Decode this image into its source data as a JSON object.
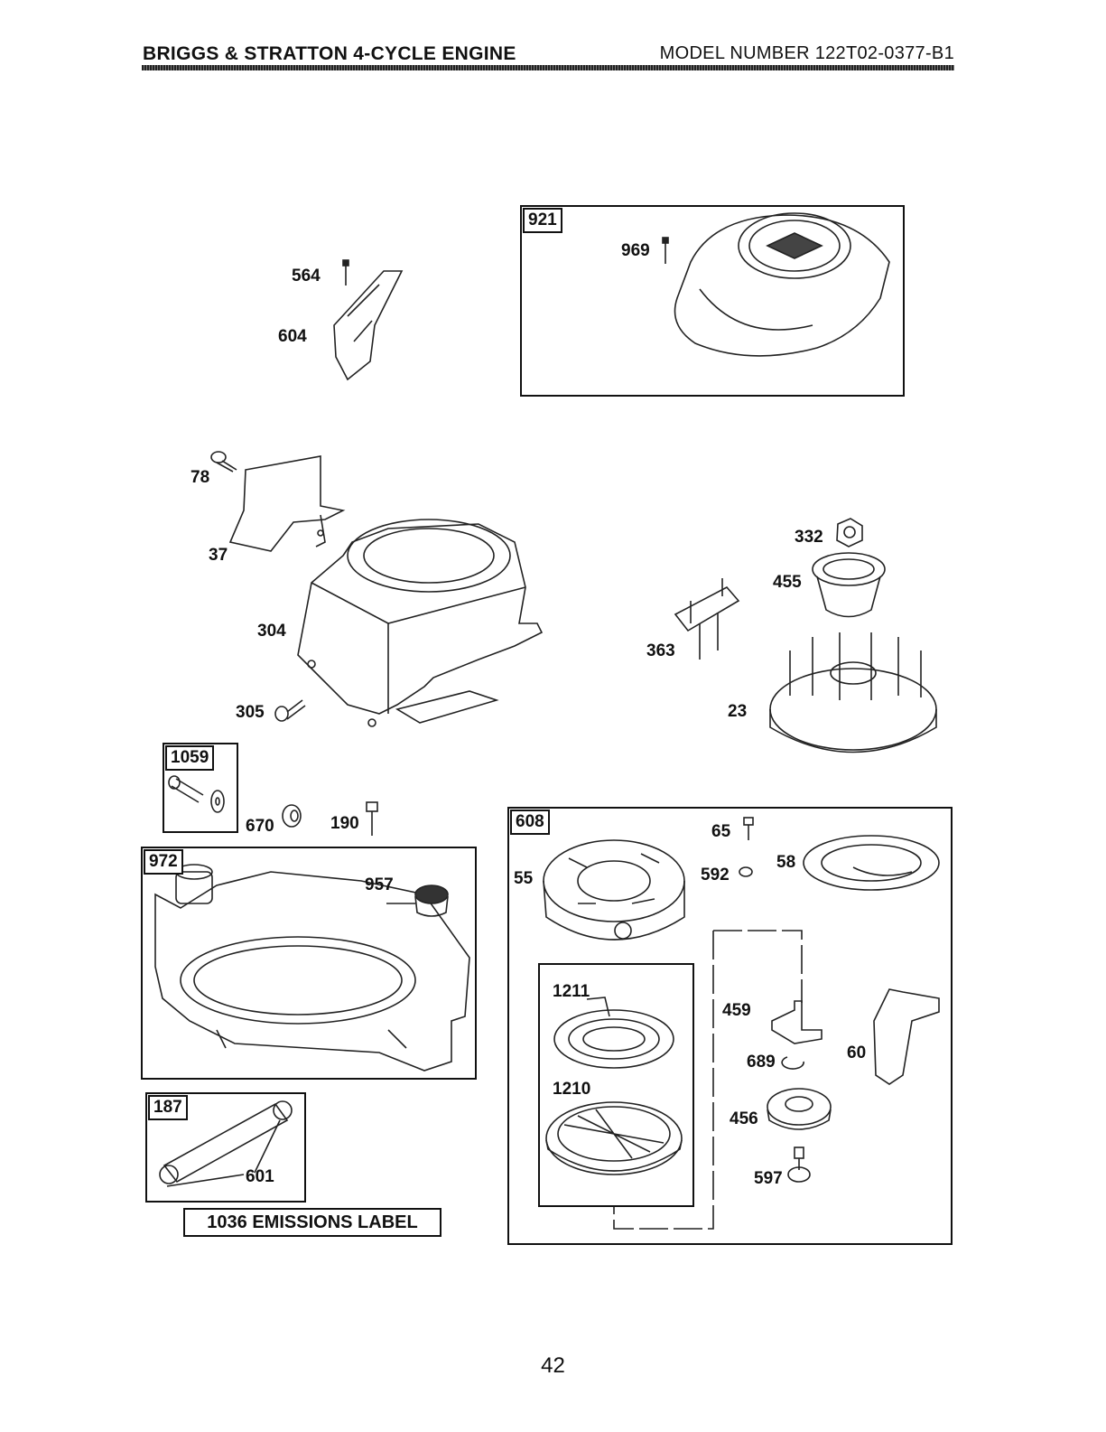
{
  "header": {
    "left": "BRIGGS & STRATTON 4-CYCLE ENGINE",
    "right": "MODEL NUMBER 122T02-0377-B1"
  },
  "assemblies": {
    "a921": "921",
    "a1059": "1059",
    "a972": "972",
    "a187": "187",
    "a608": "608"
  },
  "parts": {
    "p564": "564",
    "p604": "604",
    "p969": "969",
    "p78": "78",
    "p37": "37",
    "p304": "304",
    "p305": "305",
    "p332": "332",
    "p455": "455",
    "p363": "363",
    "p23": "23",
    "p670": "670",
    "p190": "190",
    "p957": "957",
    "p601": "601",
    "p65": "65",
    "p55": "55",
    "p592": "592",
    "p58": "58",
    "p1211": "1211",
    "p459": "459",
    "p689": "689",
    "p60": "60",
    "p1210": "1210",
    "p456": "456",
    "p597": "597"
  },
  "emissions_label": "1036 EMISSIONS LABEL",
  "page_number": "42"
}
